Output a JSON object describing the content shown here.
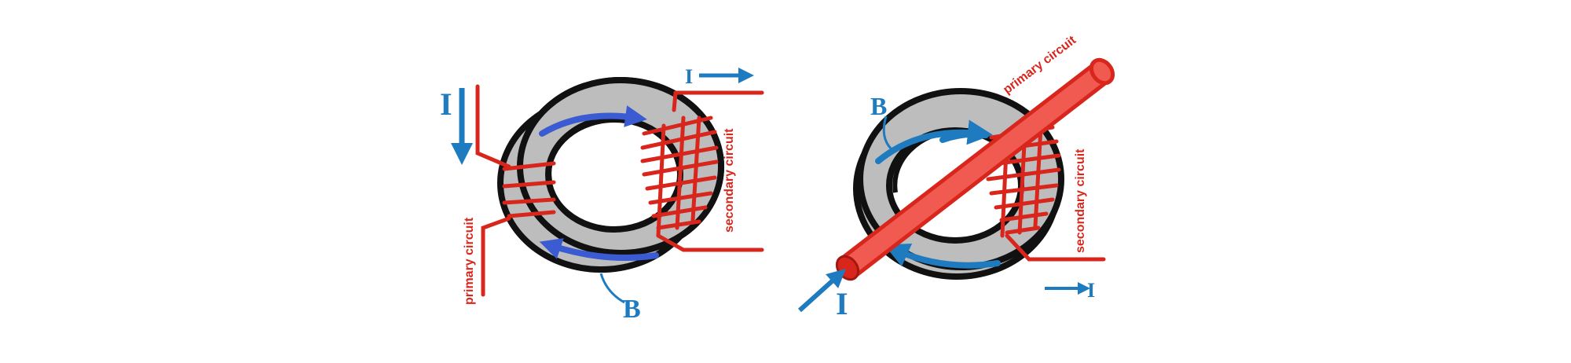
{
  "colors": {
    "background": "#ffffff",
    "wire_red": "#d8261c",
    "wire_red_light": "#f15a50",
    "core_gray": "#bdbdbd",
    "outline": "#111111",
    "field_blue": "#3a5bd1",
    "label_blue": "#1f7bc0"
  },
  "left_diagram": {
    "current_label_top": "I",
    "current_label_right": "I",
    "field_label": "B",
    "primary_label": "primary circuit",
    "secondary_label": "secondary circuit"
  },
  "right_diagram": {
    "current_label_bottom": "I",
    "current_label_right": "I",
    "field_label": "B",
    "primary_label": "primary circuit",
    "secondary_label": "secondary circuit"
  }
}
